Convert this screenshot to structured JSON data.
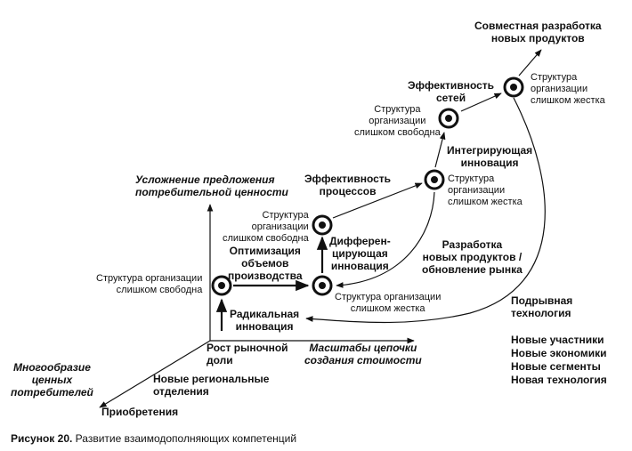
{
  "caption": {
    "bold": "Рисунок 20.",
    "text": "Развитие взаимодополняющих компетенций"
  },
  "axes": {
    "vertical": [
      "Усложнение предложения",
      "потребительной ценности"
    ],
    "origin": [
      "Рост рыночной",
      "доли"
    ],
    "right": [
      "Масштабы цепочки",
      "создания стоимости"
    ],
    "left": [
      "Многообразие",
      "ценных",
      "потребителей"
    ],
    "left_end": "Приобретения",
    "left_mid": [
      "Новые региональные",
      "отделения"
    ]
  },
  "stages": {
    "radical": [
      "Радикальная",
      "инновация"
    ],
    "optimization": [
      "Оптимизация",
      "объемов",
      "производства"
    ],
    "differentiating": [
      "Дифферен-",
      "цирующая",
      "инновация"
    ],
    "process_eff": [
      "Эффективность",
      "процессов"
    ],
    "integrating": [
      "Интегрирующая",
      "инновация"
    ],
    "network_eff": [
      "Эффективность",
      "сетей"
    ],
    "joint_dev": [
      "Совместная разработка",
      "новых продуктов"
    ],
    "new_products": [
      "Разработка",
      "новых продуктов /",
      "обновление рынка"
    ],
    "disruptive": [
      "Подрывная",
      "технология"
    ]
  },
  "nodes": {
    "n1": [
      "Структура организации",
      "слишком свободна"
    ],
    "n2": [
      "Структура организации",
      "слишком жестка"
    ],
    "n3": [
      "Структура",
      "организации",
      "слишком свободна"
    ],
    "n4": [
      "Структура",
      "организации",
      "слишком жестка"
    ],
    "n5": [
      "Структура",
      "организации",
      "слишком свободна"
    ],
    "n6": [
      "Структура",
      "организации",
      "слишком жестка"
    ]
  },
  "disruption_list": [
    "Новые участники",
    "Новые экономики",
    "Новые сегменты",
    "Новая технология"
  ]
}
